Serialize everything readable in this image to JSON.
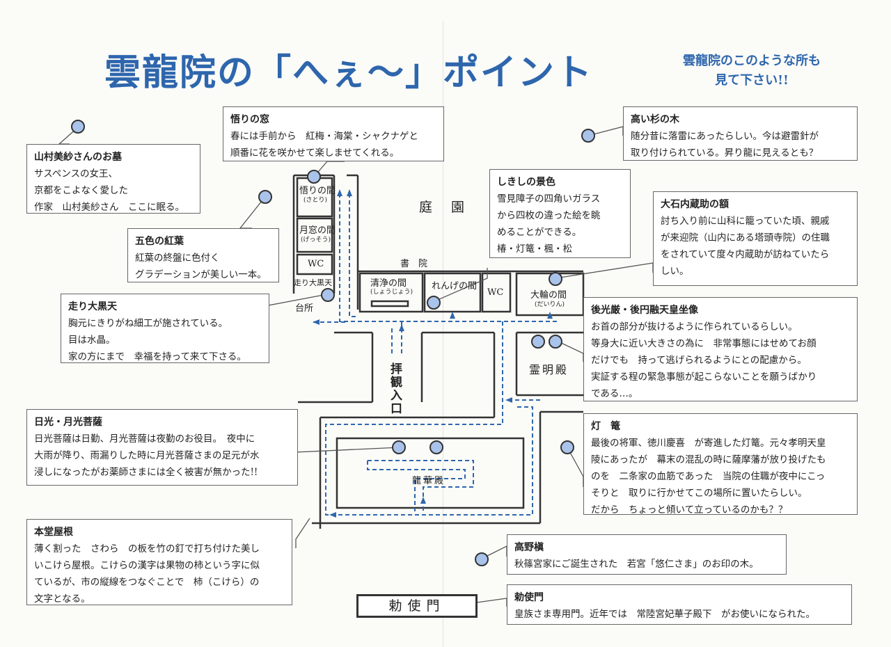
{
  "title": "雲龍院の「へぇ～」ポイント",
  "subtitle": [
    "雲龍院のこのような所も",
    "見て下さい!!"
  ],
  "gate_label": "勅使門",
  "map_labels": {
    "teien": "庭　園",
    "shoin": "書　院",
    "satori": "悟りの間",
    "satori_kana": "(さとり)",
    "getsuso": "月窓の間",
    "getsuso_kana": "(げっそう)",
    "wc1": "WC",
    "hashiri": "走り大黒天",
    "daidokoro": "台所",
    "seijo": "清浄の間",
    "seijo_kana": "(しょうじょう)",
    "rengeji": "れんげの間",
    "wc2": "WC",
    "dairin": "大輪の間",
    "dairin_kana": "(だいりん)",
    "reimeiden": "霊明殿",
    "haikan": "拝観入口",
    "ryugeden": "龍華殿"
  },
  "callouts": [
    {
      "id": "satori-window",
      "heading": "悟りの窓",
      "lines": [
        "春には手前から　紅梅・海棠・シャクナゲと",
        "順番に花を咲かせて楽しませてくれる。"
      ]
    },
    {
      "id": "yamamura-grave",
      "heading": "山村美紗さんのお墓",
      "lines": [
        "サスペンスの女王、",
        "京都をこよなく愛した",
        "作家　山村美紗さん　ここに眠る。"
      ]
    },
    {
      "id": "goshiki-momiji",
      "heading": "五色の紅葉",
      "lines": [
        "紅葉の終盤に色付く",
        "グラデーションが美しい一本。"
      ]
    },
    {
      "id": "hashiri-daikokuten",
      "heading": "走り大黒天",
      "lines": [
        "胸元にきりがね細工が施されている。",
        "目は水晶。",
        "家の方にまで　幸福を持って来て下さる。"
      ]
    },
    {
      "id": "nikko-gakko",
      "heading": "日光・月光菩薩",
      "lines": [
        "日光菩薩は日勤、月光菩薩は夜勤のお役目。　夜中に",
        "大雨が降り、雨漏りした時に月光菩薩さまの足元が水",
        "浸しになったがお薬師さまには全く被害が無かった!!"
      ]
    },
    {
      "id": "hondo-yane",
      "heading": "本堂屋根",
      "lines": [
        "薄く割った　さわら　の板を竹の釘で打ち付けた美し",
        "いこけら屋根。こけらの漢字は果物の柿という字に似",
        "ているが、市の縦線をつなぐことで　柿（こけら）の",
        "文字となる。"
      ]
    },
    {
      "id": "shikishi-view",
      "heading": "しきしの景色",
      "lines": [
        "雪見障子の四角いガラス",
        "から四枚の違った絵を眺",
        "めることができる。",
        "椿・灯篭・楓・松"
      ]
    },
    {
      "id": "tall-cedar",
      "heading": "高い杉の木",
      "lines": [
        "随分昔に落雷にあったらしい。今は避雷針が",
        "取り付けられている。昇り龍に見えるとも？"
      ]
    },
    {
      "id": "oishi-gaku",
      "heading": "大石内蔵助の額",
      "lines": [
        "討ち入り前に山科に籠っていた頃、親戚",
        "が来迎院（山内にある塔頭寺院）の住職",
        "をされていて度々内蔵助が訪ねていたら",
        "しい。"
      ]
    },
    {
      "id": "gokomyo-goen",
      "heading": "後光厳・後円融天皇坐像",
      "lines": [
        "お首の部分が抜けるように作られているらしい。",
        "等身大に近い大きさの為に　非常事態にはせめてお顔",
        "だけでも　持って逃げられるようにとの配慮から。",
        "実証する程の緊急事態が起こらないことを願うばかり",
        "である…。"
      ]
    },
    {
      "id": "toro",
      "heading": "灯　篭",
      "lines": [
        "最後の将軍、徳川慶喜　が寄進した灯篭。元々孝明天皇",
        "陵にあったが　幕末の混乱の時に薩摩藩が放り投げたも",
        "のを　二条家の血筋であった　当院の住職が夜中にこっ",
        "そりと　取りに行かせてこの場所に置いたらしい。",
        "だから　ちょっと傾いて立っているのかも？？"
      ]
    },
    {
      "id": "koyamaki",
      "heading": "高野槇",
      "lines": [
        "秋篠宮家にご誕生された　若宮「悠仁さま」のお印の木。"
      ]
    },
    {
      "id": "chokushimon",
      "heading": "勅使門",
      "lines": [
        "皇族さま専用門。近年では　常陸宮妃華子殿下　がお使いになられた。"
      ]
    }
  ]
}
